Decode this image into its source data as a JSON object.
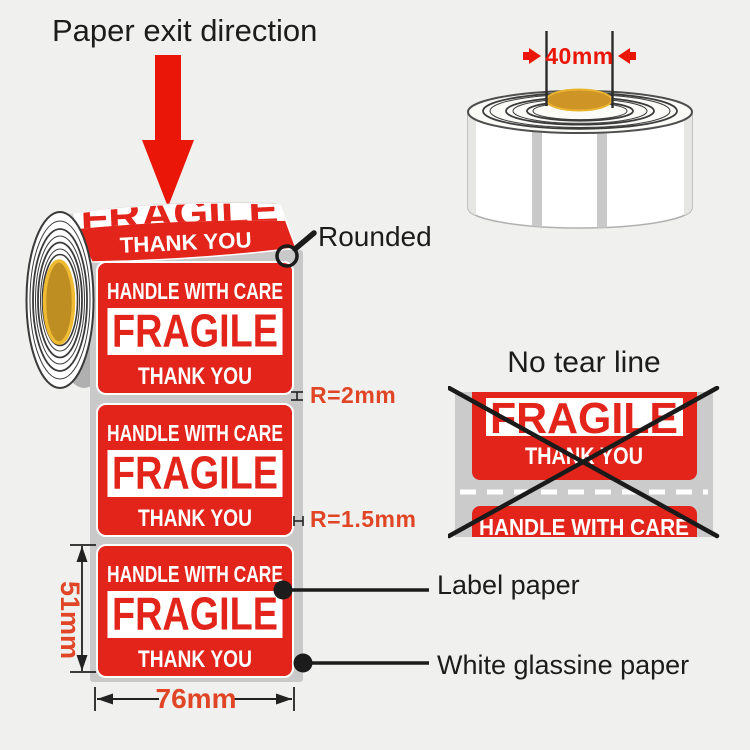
{
  "colors": {
    "background": "#f0f0ee",
    "label_red": "#e2241b",
    "accent_red": "#ea1608",
    "dimension_red": "#e04526",
    "liner_gray": "#c9c9c9",
    "core_gold": "#bf8e22",
    "core_gold_ring": "#eebb33",
    "ink_black": "#1c1c1c"
  },
  "annotations": {
    "paper_exit": "Paper exit direction",
    "rounded": "Rounded",
    "no_tear_line": "No tear line",
    "label_paper": "Label paper",
    "white_glassine": "White glassine paper"
  },
  "dimensions": {
    "core_width": "40mm",
    "corner_radius_top": "R=2mm",
    "corner_radius_bottom": "R=1.5mm",
    "label_height": "51mm",
    "label_width": "76mm"
  },
  "sticker": {
    "handle": "HANDLE WITH CARE",
    "fragile": "FRAGILE",
    "thank_you": "THANK YOU"
  }
}
